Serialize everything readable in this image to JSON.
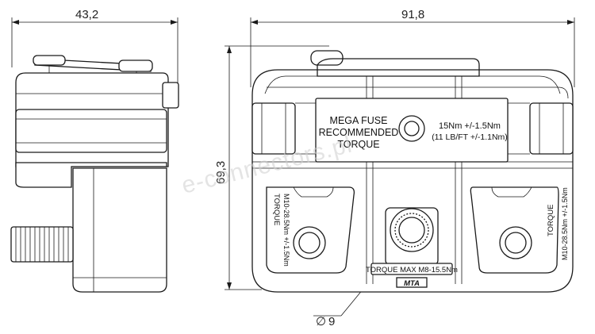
{
  "dimensions": {
    "side_width": "43,2",
    "front_width": "91,8",
    "height": "69,3",
    "diameter_symbol": "∅",
    "diameter_value": "9"
  },
  "center_plate": {
    "line1": "MEGA FUSE",
    "line2": "RECOMMENDED",
    "line3": "TORQUE",
    "torque_line1": "15Nm  +/-1.5Nm",
    "torque_line2": "(11 LB/FT +/-1.1Nm)"
  },
  "left_terminal": {
    "label": "TORQUE",
    "spec": "M10-28.5Nm +/-1.5Nm"
  },
  "right_terminal": {
    "label": "TORQUE",
    "spec": "M10-28.5Nm +/-1.5Nm"
  },
  "center_stud_label": "TORQUE MAX M8-15.5Nm",
  "brand_logo": "MTA",
  "watermark": "e-connectors.pl"
}
